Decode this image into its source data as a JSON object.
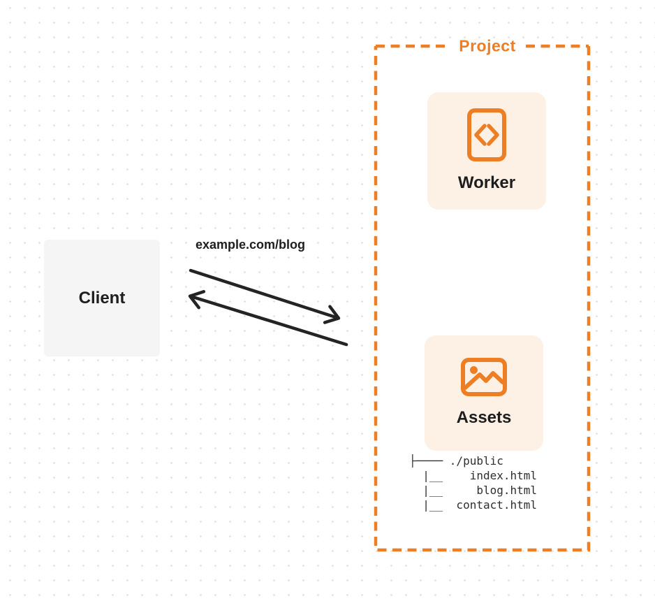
{
  "diagram": {
    "project": {
      "title": "Project"
    },
    "client": {
      "label": "Client"
    },
    "request": {
      "label": "example.com/blog"
    },
    "worker": {
      "label": "Worker",
      "icon": "code-file-icon"
    },
    "assets": {
      "label": "Assets",
      "icon": "image-icon"
    },
    "file_tree": {
      "lines": {
        "0": "├──── ./public",
        "1": "  |__    index.html",
        "2": "  |__     blog.html",
        "3": "  |__  contact.html"
      }
    },
    "colors": {
      "accent_orange": "#ED7E23",
      "card_background": "#FCF1E4",
      "client_background": "#F5F5F6",
      "ink": "#1E1E1E",
      "dot_grid": "#E3E3E3"
    }
  }
}
